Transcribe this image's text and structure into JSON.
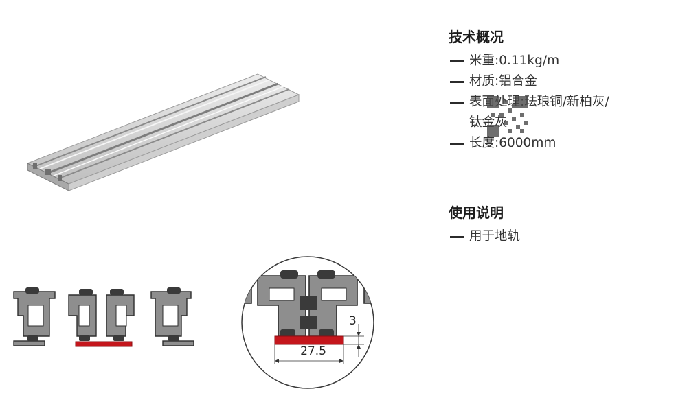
{
  "specs": {
    "title": "技术概况",
    "items": [
      "米重:0.11kg/m",
      "材质:铝合金",
      "表面处理:珐琅铜/新柏灰/",
      "钛金灰",
      "长度:6000mm"
    ]
  },
  "usage": {
    "title": "使用说明",
    "items": [
      "用于地轨"
    ]
  },
  "dimensions": {
    "height": "3",
    "width": "27.5"
  },
  "colors": {
    "profile_fill": "#8e8e8e",
    "profile_stroke": "#2e2e2e",
    "seal": "#c4161c",
    "extrusion_light": "#d9d9d9"
  }
}
